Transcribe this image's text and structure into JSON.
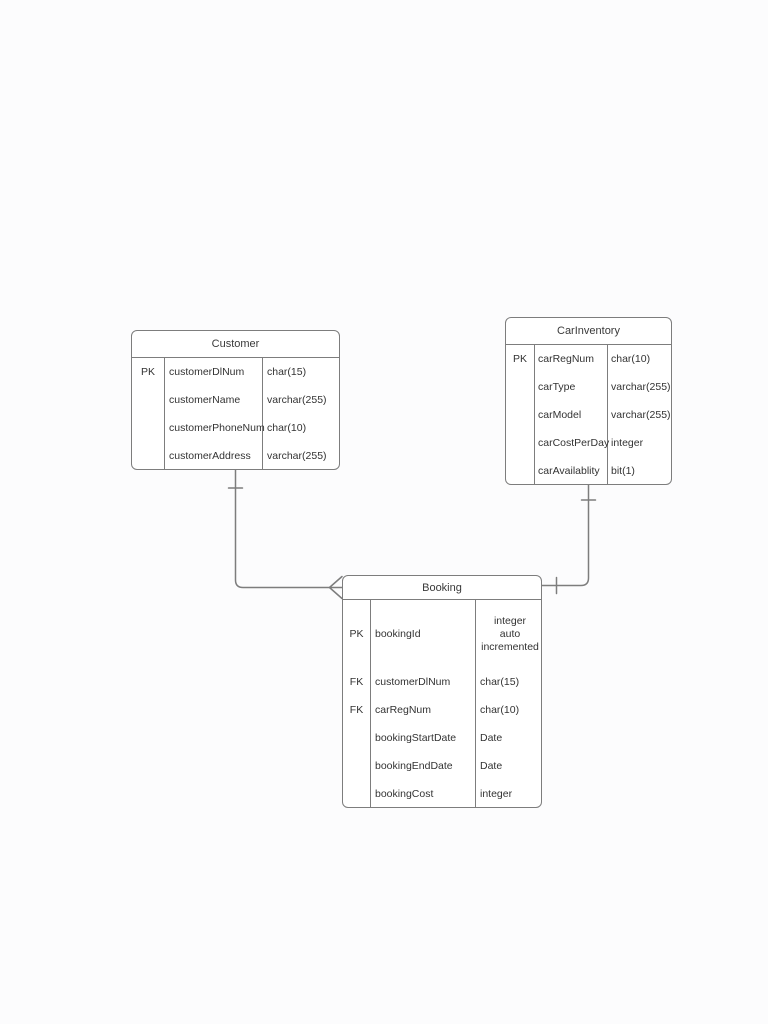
{
  "diagram": {
    "type": "er-diagram",
    "notation": "crows-foot",
    "background_color": "#fcfcfd",
    "entity_fill_color": "#ffffff",
    "line_color": "#7d7d7d",
    "text_color": "#333333"
  },
  "entities": [
    {
      "id": "customer",
      "title": "Customer",
      "rows": [
        {
          "key": "PK",
          "name": "customerDlNum",
          "type": "char(15)"
        },
        {
          "key": "",
          "name": "customerName",
          "type": "varchar(255)"
        },
        {
          "key": "",
          "name": "customerPhoneNum",
          "type": "char(10)"
        },
        {
          "key": "",
          "name": "customerAddress",
          "type": "varchar(255)"
        }
      ]
    },
    {
      "id": "carinventory",
      "title": "CarInventory",
      "rows": [
        {
          "key": "PK",
          "name": "carRegNum",
          "type": "char(10)"
        },
        {
          "key": "",
          "name": "carType",
          "type": "varchar(255)"
        },
        {
          "key": "",
          "name": "carModel",
          "type": "varchar(255)"
        },
        {
          "key": "",
          "name": "carCostPerDay",
          "type": "integer"
        },
        {
          "key": "",
          "name": "carAvailablity",
          "type": "bit(1)"
        }
      ]
    },
    {
      "id": "booking",
      "title": "Booking",
      "rows": [
        {
          "key": "PK",
          "name": "bookingId",
          "type_lines": [
            "integer",
            "auto",
            "incremented"
          ]
        },
        {
          "key": "FK",
          "name": "customerDlNum",
          "type": "char(15)"
        },
        {
          "key": "FK",
          "name": "carRegNum",
          "type": "char(10)"
        },
        {
          "key": "",
          "name": "bookingStartDate",
          "type": "Date"
        },
        {
          "key": "",
          "name": "bookingEndDate",
          "type": "Date"
        },
        {
          "key": "",
          "name": "bookingCost",
          "type": "integer"
        }
      ]
    }
  ],
  "relationships": [
    {
      "from": "Customer",
      "to": "Booking",
      "from_cardinality": "one",
      "to_cardinality": "many"
    },
    {
      "from": "CarInventory",
      "to": "Booking",
      "from_cardinality": "one",
      "to_cardinality": "one"
    }
  ]
}
